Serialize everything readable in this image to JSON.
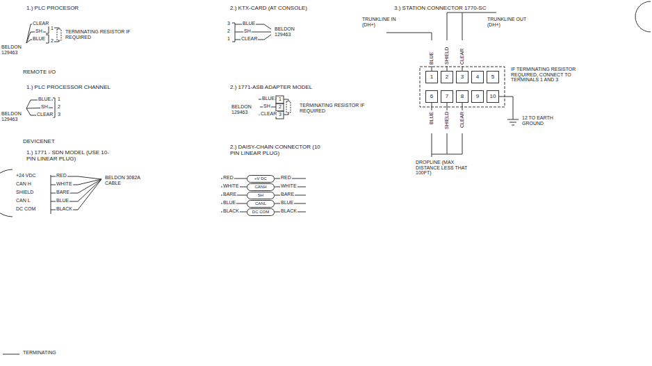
{
  "diagram": {
    "nodes": [
      {
        "text": [
          "1"
        ]
      },
      {
        "text": [
          "2"
        ]
      },
      {
        "text": [
          "3"
        ]
      },
      {
        "text": [
          "4"
        ]
      },
      {
        "text": [
          "5"
        ]
      },
      {
        "text": [
          "6"
        ]
      },
      {
        "text": [
          "7"
        ]
      },
      {
        "text": [
          "8"
        ]
      },
      {
        "text": [
          "9"
        ]
      },
      {
        "text": [
          "10"
        ]
      },
      {
        "text": [
          "+V DC"
        ]
      },
      {
        "text": [
          "CANH"
        ]
      },
      {
        "text": [
          "SH"
        ]
      },
      {
        "text": [
          "CANL"
        ]
      },
      {
        "text": [
          "DC COM"
        ]
      }
    ],
    "labels": [
      "1.) PLC PROCESOR",
      "CLEAR",
      "SH",
      "BLUE",
      "1",
      "2",
      "BELDON 129463",
      "TERMINATING RESISTOR IF REQUIRED",
      "2.) KTX-CARD (AT CONSOLE)",
      "3",
      "2",
      "1",
      "BLUE",
      "SH",
      "CLEAR",
      "BELDON 129463",
      "3.) STATION CONNECTOR 1770-SC",
      "TRUNKLINE IN (DH+)",
      "TRUNKLINE OUT (DH+)",
      "BLUE",
      "SHIELD",
      "CLEAR",
      "IF TERMINATING RESISTOR REQUIRED, CONNECT TO TERMINALS 1 AND 3",
      "BLUE",
      "SHIELD",
      "CLEAR",
      "12 TO EARTH GROUND",
      "DROPLINE (MAX DISTANCE LESS THAT 100FT)",
      "REMOTE I/O",
      "1.) PLC PROCESSOR CHANNEL",
      "BLUE",
      "SH",
      "CLEAR",
      "1",
      "2",
      "3",
      "BELDON 129463",
      "2.) 1771-ASB ADAPTER MODEL",
      "BLUE",
      "SH",
      "CLEAR",
      "1",
      "2",
      "3",
      "BELDON 129463",
      "TERMINATING RESISTOR IF REQUIRED",
      "DEVICENET",
      "1.) 1771 - SDN MODEL (USE 10-PIN LINEAR PLUG)",
      "+24 VDC",
      "CAN H",
      "SHIELD",
      "CAN L",
      "DC COM",
      "RED",
      "WHITE",
      "BARE",
      "BLUE",
      "BLACK",
      "BELDON 3082A CABLE",
      "2.) DAISY-CHAIN CONNECTOR (10 PIN LINEAR PLUG)",
      "RED",
      "WHITE",
      "BARE",
      "BLUE",
      "BLACK",
      "RED",
      "WHITE",
      "BARE",
      "BLUE",
      "BLACK",
      "TERMINATING"
    ]
  }
}
